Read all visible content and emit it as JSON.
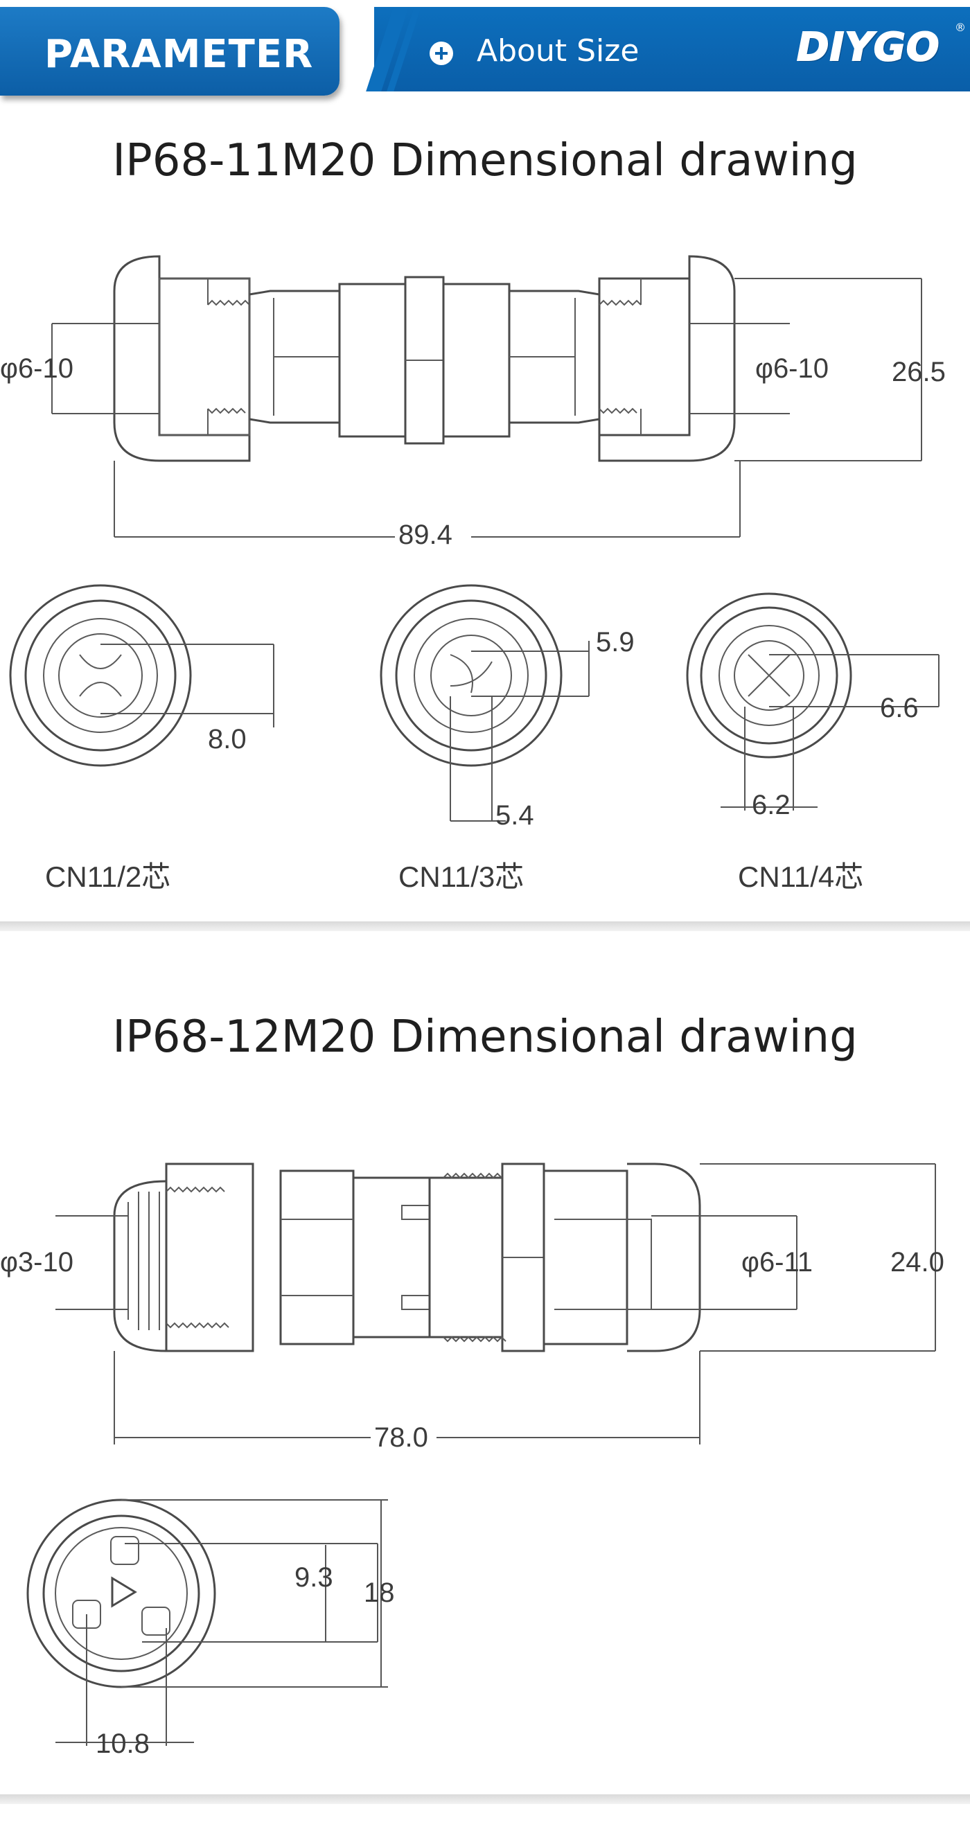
{
  "header": {
    "tab_label": "PARAMETER",
    "section_label": "About Size",
    "brand": "DIYGO",
    "brand_mark": "®",
    "accent_color": "#0b63ad"
  },
  "drawing_1": {
    "title": "IP68-11M20 Dimensional drawing",
    "dims": {
      "left_cable": "φ6-10",
      "right_cable": "φ6-10",
      "height": "26.5",
      "length": "89.4"
    },
    "faces": [
      {
        "caption": "CN11/2芯",
        "dim_a": "8.0"
      },
      {
        "caption": "CN11/3芯",
        "dim_a": "5.9",
        "dim_b": "5.4"
      },
      {
        "caption": "CN11/4芯",
        "dim_a": "6.6",
        "dim_b": "6.2"
      }
    ]
  },
  "drawing_2": {
    "title": "IP68-12M20 Dimensional drawing",
    "dims": {
      "left_cable": "φ3-10",
      "right_cable": "φ6-11",
      "height": "24.0",
      "length": "78.0"
    },
    "face": {
      "dim_a": "9.3",
      "dim_b": "18",
      "dim_c": "10.8"
    }
  }
}
